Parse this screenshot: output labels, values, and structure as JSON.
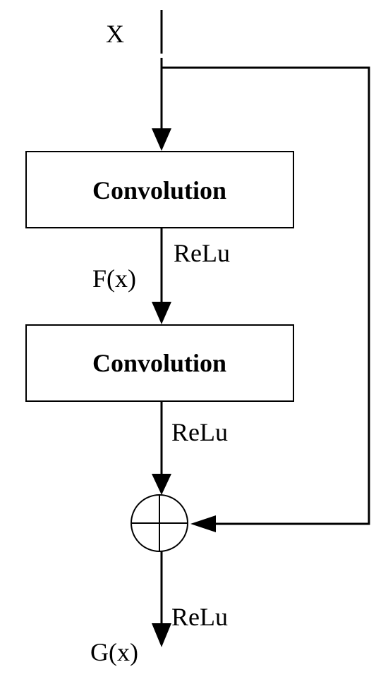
{
  "diagram": {
    "input_label": "X",
    "blocks": [
      {
        "label": "Convolution"
      },
      {
        "label": "Convolution"
      }
    ],
    "activation_1": "ReLu",
    "intermediate_label": "F(x)",
    "activation_2": "ReLu",
    "activation_3": "ReLu",
    "output_label": "G(x)"
  },
  "colors": {
    "stroke": "#000000",
    "background": "#ffffff"
  }
}
